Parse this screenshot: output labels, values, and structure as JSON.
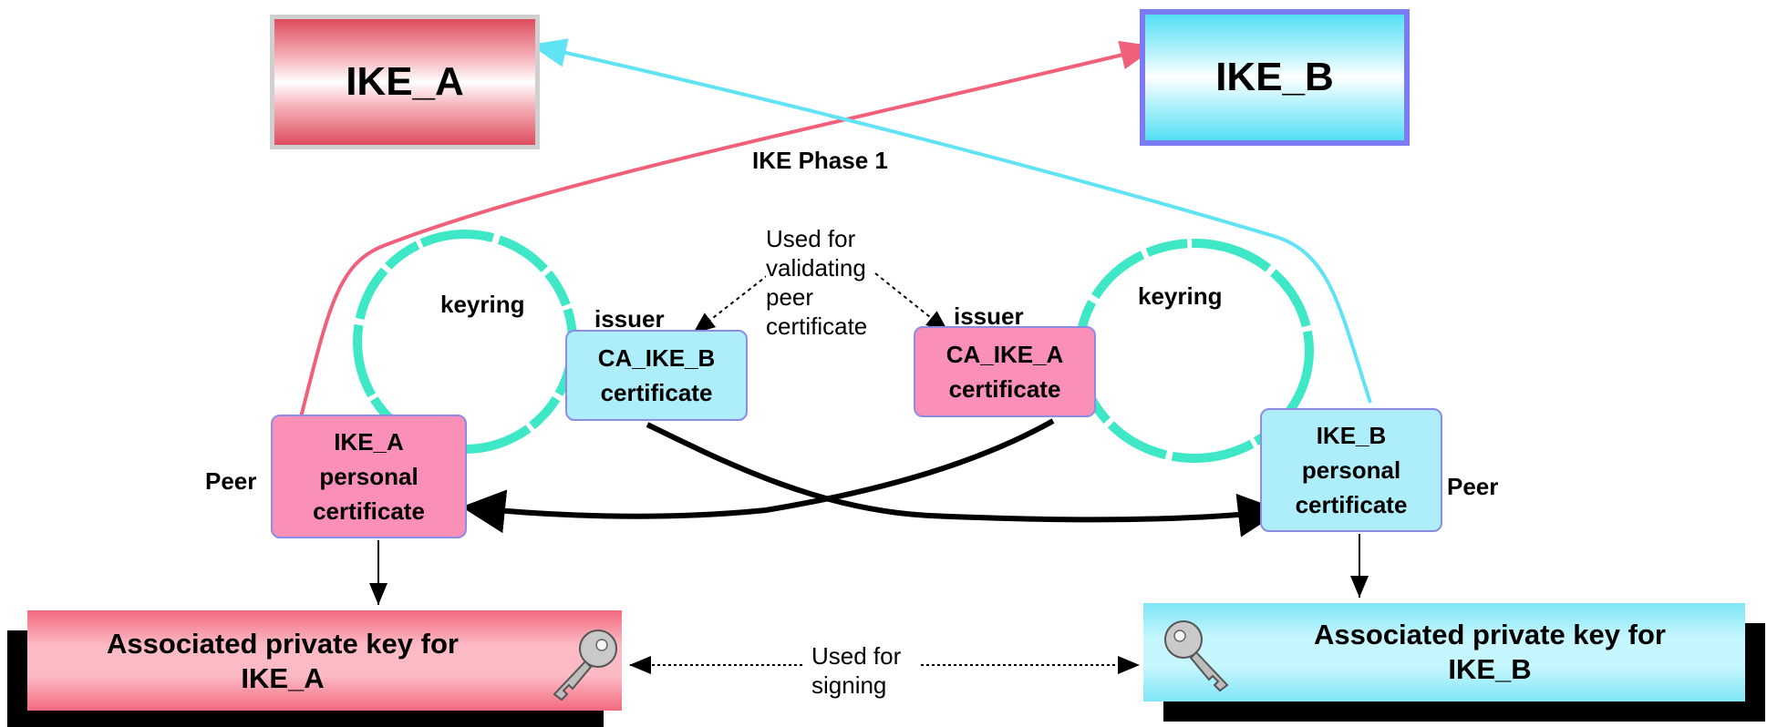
{
  "nodes": {
    "ike_a": "IKE_A",
    "ike_b": "IKE_B",
    "ike_a_cert": [
      "IKE_A",
      "personal",
      "certificate"
    ],
    "ca_b_cert": [
      "CA_IKE_B",
      "certificate"
    ],
    "ca_a_cert": [
      "CA_IKE_A",
      "certificate"
    ],
    "ike_b_cert": [
      "IKE_B",
      "personal",
      "certificate"
    ],
    "priv_a": [
      "Associated private key for",
      "IKE_A"
    ],
    "priv_b": [
      "Associated private key for",
      "IKE_B"
    ]
  },
  "labels": {
    "phase1": "IKE Phase 1",
    "keyring_left": "keyring",
    "keyring_right": "keyring",
    "issuer_left": "issuer",
    "issuer_right": "issuer",
    "peer_left": "Peer",
    "peer_right": "Peer",
    "validating": [
      "Used for",
      "validating",
      "peer",
      "certificate"
    ],
    "signing": [
      "Used for",
      "signing"
    ]
  },
  "colors": {
    "ike_a_red": "#f0607a",
    "ike_b_cyan": "#5fe3f5",
    "keyring": "#3ee8c6",
    "cert_pink": "#fa8fb8",
    "cert_cyan": "#aeeefa"
  },
  "icons": [
    "key-icon"
  ]
}
